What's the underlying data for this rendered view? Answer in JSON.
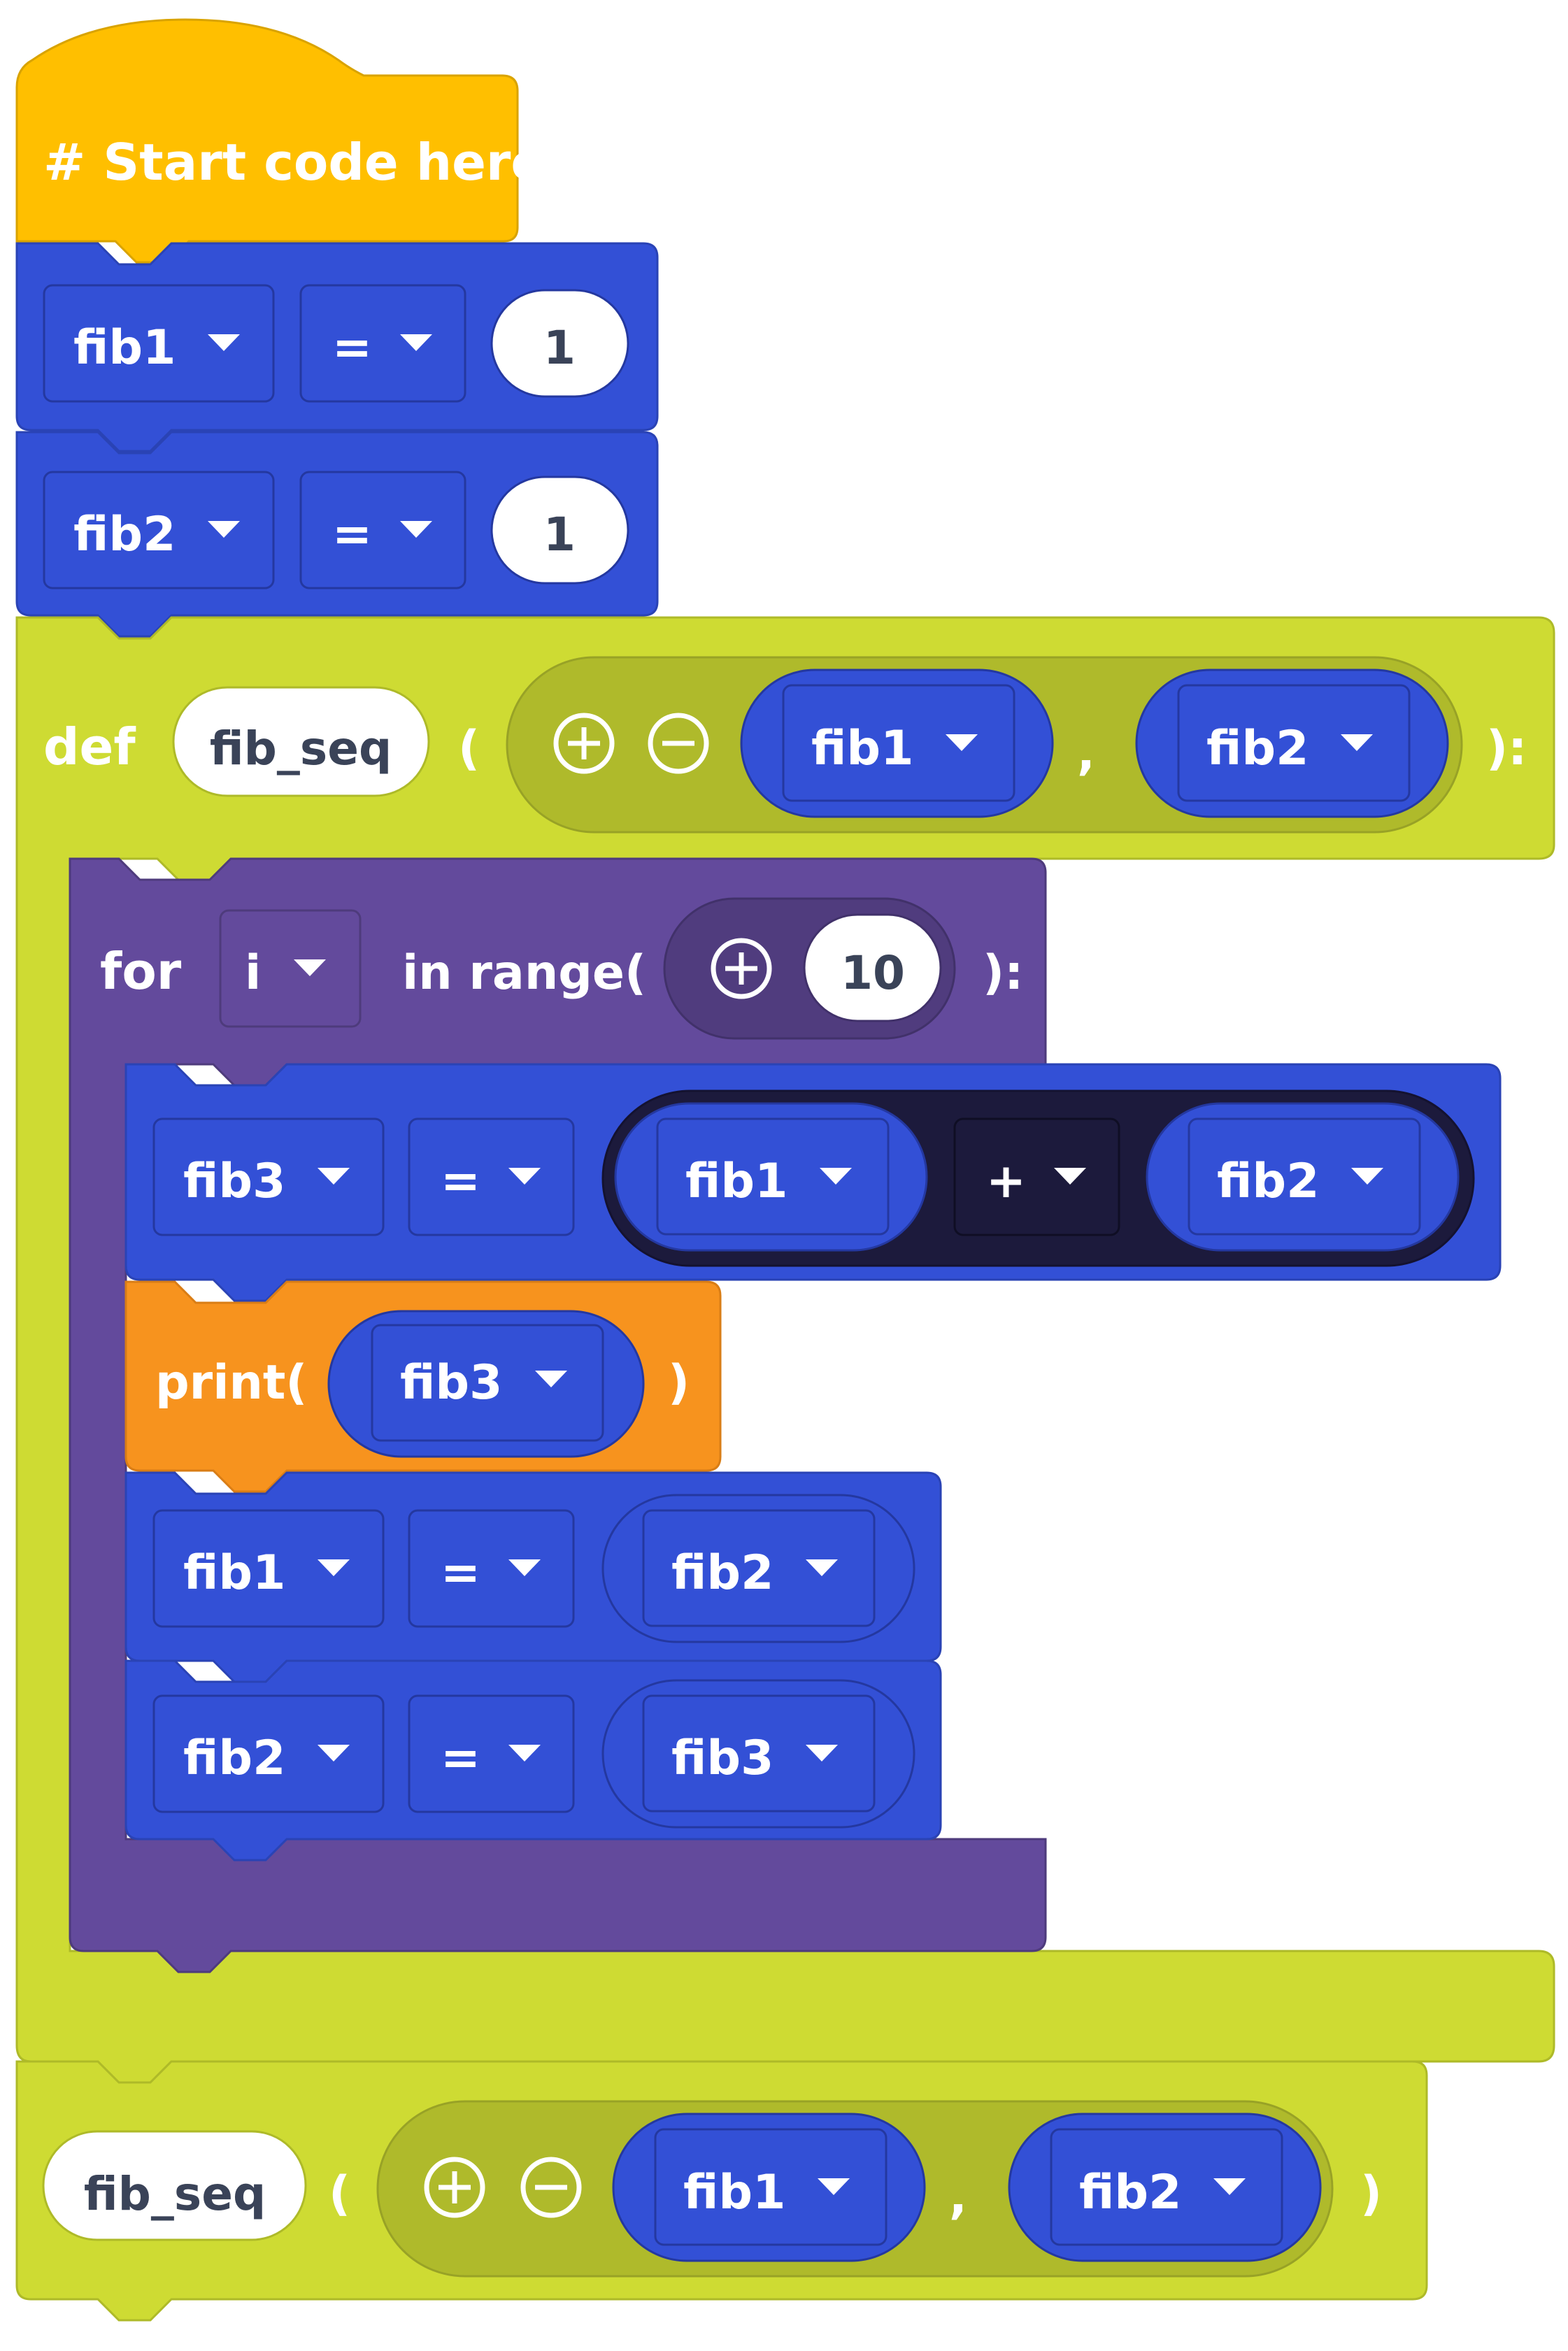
{
  "hat_comment": "# Start code here",
  "assign_fib1": {
    "var": "fib1",
    "op": "=",
    "value": "1"
  },
  "assign_fib2": {
    "var": "fib2",
    "op": "=",
    "value": "1"
  },
  "def_block": {
    "keyword": "def",
    "name": "fib_seq",
    "open_paren": "(",
    "param1": "fib1",
    "comma": ",",
    "param2": "fib2",
    "close": "):"
  },
  "for_block": {
    "keyword": "for",
    "var": "i",
    "in_range": "in range(",
    "count": "10",
    "close": "):"
  },
  "assign_fib3": {
    "var": "fib3",
    "op": "=",
    "left": "fib1",
    "plus": "+",
    "right": "fib2"
  },
  "print_block": {
    "label": "print(",
    "arg": "fib3",
    "close": ")"
  },
  "assign_fib1_b": {
    "var": "fib1",
    "op": "=",
    "value": "fib2"
  },
  "assign_fib2_b": {
    "var": "fib2",
    "op": "=",
    "value": "fib3"
  },
  "call_block": {
    "name": "fib_seq",
    "open_paren": "(",
    "arg1": "fib1",
    "comma": ",",
    "arg2": "fib2",
    "close": ")"
  },
  "colors": {
    "hat": "#FFBF00",
    "variables": "#3350D6",
    "function": "#CEDB33",
    "function_inner": "#AFBA2B",
    "loop": "#634A9C",
    "loop_inner": "#503C7E",
    "print": "#F7931E",
    "operator": "#1C1A3C"
  }
}
